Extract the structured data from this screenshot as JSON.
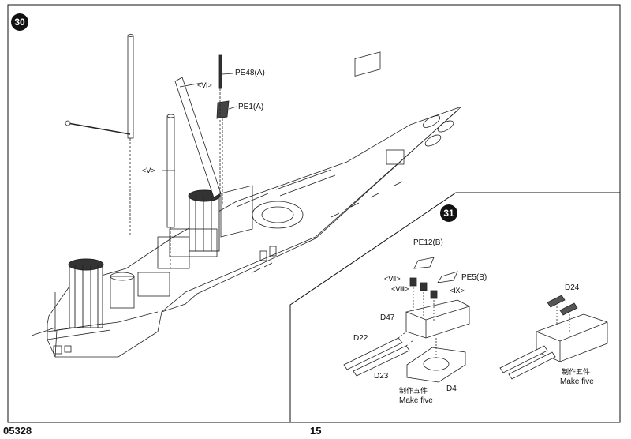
{
  "step30": {
    "number": "30",
    "labels": {
      "pe48": "PE48(A)",
      "pe1": "PE1(A)",
      "mast_vi": "<Ⅵ>",
      "mast_v": "<Ⅴ>"
    }
  },
  "step31": {
    "number": "31",
    "labels": {
      "pe12": "PE12(B)",
      "pe5": "PE5(B)",
      "vii": "<Ⅶ>",
      "viii": "<Ⅷ>",
      "ix": "<Ⅸ>",
      "d47": "D47",
      "d22": "D22",
      "d23": "D23",
      "d4": "D4",
      "d24": "D24",
      "make_five_cn_left": "制作五件",
      "make_five_left": "Make five",
      "make_five_cn_right": "制作五件",
      "make_five_right": "Make five"
    }
  },
  "footer": {
    "code": "05328",
    "page": "15"
  },
  "colors": {
    "ink": "#111111",
    "paper": "#ffffff"
  }
}
